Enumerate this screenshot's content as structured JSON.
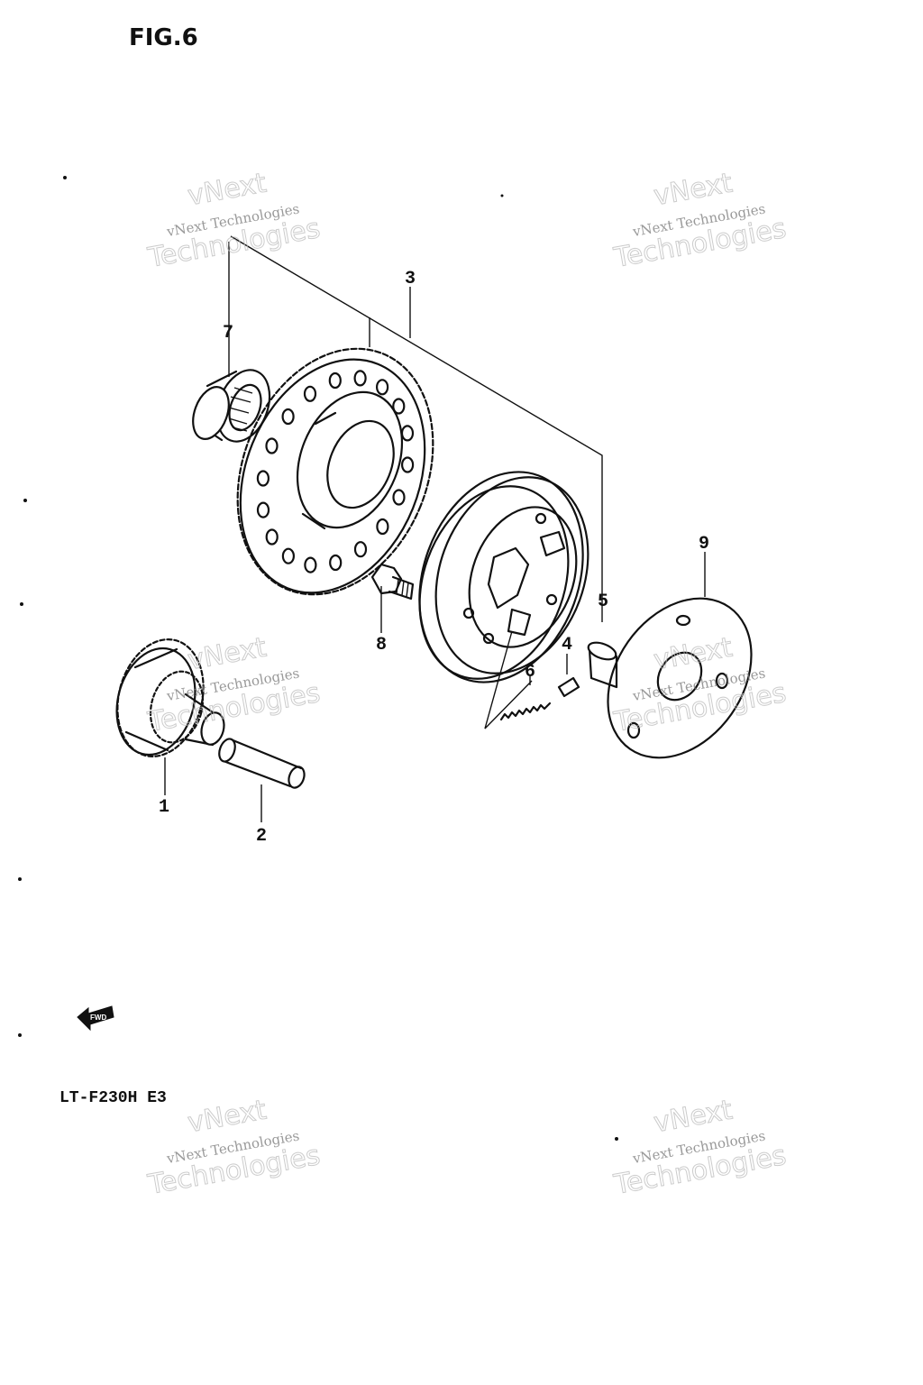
{
  "figure": {
    "title": "FIG.6",
    "model": "LT-F230H E3"
  },
  "callouts": [
    {
      "id": "1",
      "label": "1"
    },
    {
      "id": "2",
      "label": "2"
    },
    {
      "id": "3",
      "label": "3"
    },
    {
      "id": "4",
      "label": "4"
    },
    {
      "id": "5",
      "label": "5"
    },
    {
      "id": "6",
      "label": "6"
    },
    {
      "id": "7",
      "label": "7"
    },
    {
      "id": "8",
      "label": "8"
    },
    {
      "id": "9",
      "label": "9"
    }
  ],
  "watermark": {
    "line1": "vNext",
    "line2": "vNext Technologies",
    "line3": "Technologies"
  },
  "fwd_label": "FWD",
  "colors": {
    "ink": "#111111",
    "background": "#ffffff",
    "watermark": "#888888"
  }
}
